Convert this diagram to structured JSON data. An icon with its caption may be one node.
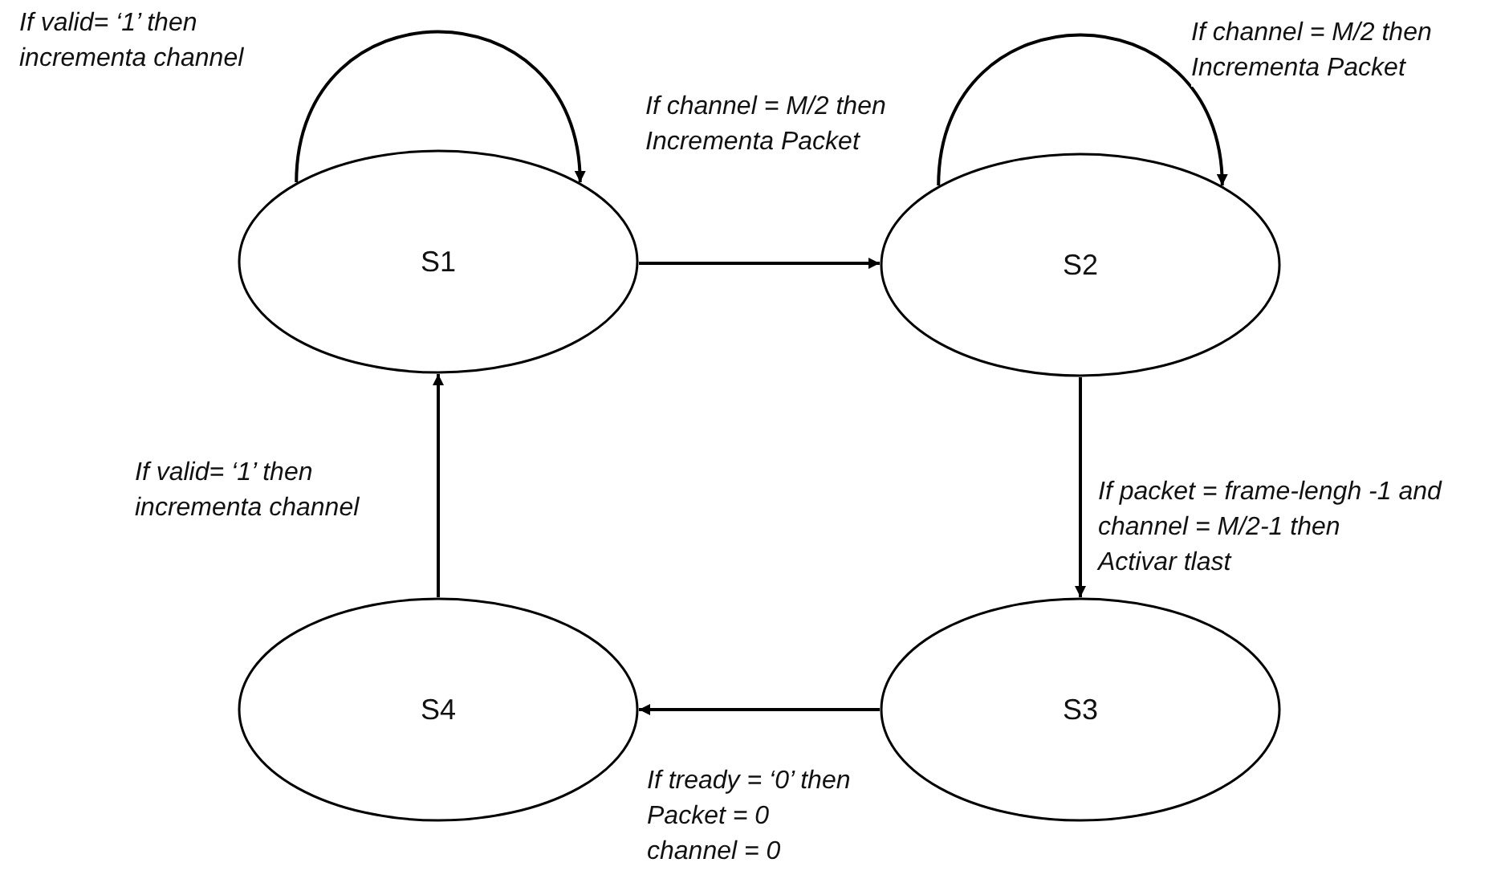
{
  "diagram": {
    "nodes": [
      {
        "text": [
          "S1"
        ]
      },
      {
        "text": [
          "S2"
        ]
      },
      {
        "text": [
          "S3"
        ]
      },
      {
        "text": [
          "S4"
        ]
      }
    ],
    "edges": [
      {
        "from": 0,
        "to": 0,
        "arrow": "to",
        "label": "If valid= ‘1’ then incrementa channel"
      },
      {
        "from": 0,
        "to": 1,
        "arrow": "to",
        "label": "If channel = M/2 then Incrementa Packet"
      },
      {
        "from": 1,
        "to": 1,
        "arrow": "to",
        "label": "If channel = M/2 then Incrementa Packet"
      },
      {
        "from": 1,
        "to": 2,
        "arrow": "to",
        "label": "If packet = frame-lengh -1 and channel = M/2-1 then Activar tlast"
      },
      {
        "from": 2,
        "to": 3,
        "arrow": "to",
        "label": "If tready = ‘0’ then Packet = 0 channel = 0"
      },
      {
        "from": 3,
        "to": 0,
        "arrow": "to",
        "label": "If valid= ‘1’ then incrementa channel"
      }
    ]
  }
}
